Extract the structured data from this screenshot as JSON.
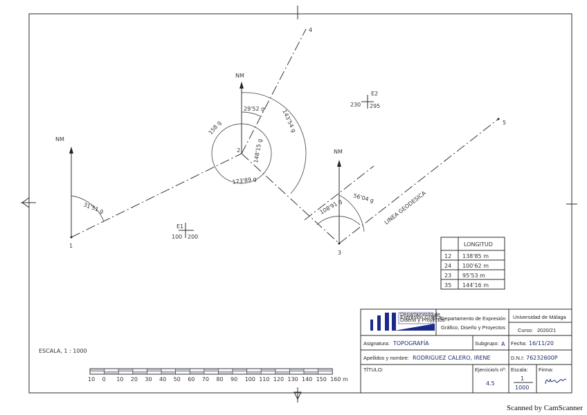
{
  "drawing": {
    "points": [
      {
        "label": "1"
      },
      {
        "label": "2"
      },
      {
        "label": "3"
      },
      {
        "label": "4"
      },
      {
        "label": "5"
      }
    ],
    "north_labels": [
      "NM",
      "NM",
      "NM"
    ],
    "angles": [
      "31'51 g",
      "29'52 g",
      "143'54 g",
      "158 g",
      "148'15 g",
      "123'89 g",
      "56'04 g",
      "108'91 g"
    ],
    "geodesic_label": "LINEA GEODESICA",
    "stations": [
      {
        "name": "E1",
        "x": "100",
        "y": "200"
      },
      {
        "name": "E2",
        "x": "230",
        "y": "295"
      }
    ]
  },
  "distance_table": {
    "header": "LONGITUD",
    "rows": [
      {
        "segment": "12",
        "length": "138'85 m"
      },
      {
        "segment": "24",
        "length": "100'62 m"
      },
      {
        "segment": "23",
        "length": "95'53 m"
      },
      {
        "segment": "35",
        "length": "144'16 m"
      }
    ]
  },
  "scale": {
    "label": "ESCALA, 1 : 1000",
    "ticks": [
      "10",
      "0",
      "10",
      "20",
      "30",
      "40",
      "50",
      "60",
      "70",
      "80",
      "90",
      "100",
      "110",
      "120",
      "130",
      "140",
      "150",
      "160 m"
    ]
  },
  "title_block": {
    "logo_text": [
      "Departamento de",
      "Expresión Gráfica,",
      "Diseño y Proyectos"
    ],
    "department": [
      "Departamento de Expresión",
      "Gráfico, Diseño y Proyectos"
    ],
    "university": "Universidad de Málaga",
    "curso_label": "Curso:",
    "curso": "2020/21",
    "asignatura_label": "Asignatura:",
    "asignatura": "TOPOGRAFÍA",
    "subgrupo_label": "Subgrupo:",
    "subgrupo": "A",
    "fecha_label": "Fecha:",
    "fecha": "16/11/20",
    "apellidos_label": "Apellidos y nombre:",
    "apellidos": "RODRIGUEZ CALERO, IRENE",
    "dni_label": "D.N.I:",
    "dni": "76232600P",
    "titulo_label": "TÍTULO:",
    "ejercicio_label": "Ejercicio/s nº:",
    "ejercicio": "4.5",
    "escala_label": "Escala:",
    "escala_num": "1",
    "escala_den": "1000",
    "firma_label": "Firma:"
  },
  "footer": "Scanned by CamScanner"
}
